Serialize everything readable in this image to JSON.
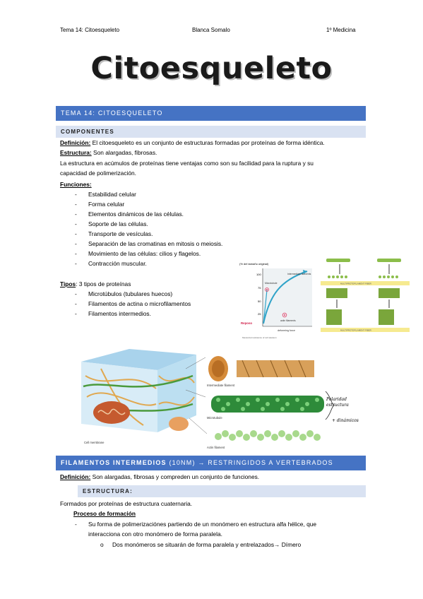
{
  "header": {
    "left": "Tema 14: Citoesqueleto",
    "center": "Blanca Somalo",
    "right": "1º Medicina"
  },
  "title": "Citoesqueleto",
  "section1": {
    "heading": "TEMA 14: CITOESQUELETO"
  },
  "componentes": {
    "heading": "COMPONENTES",
    "definicion_label": "Definición:",
    "definicion_text": " El citoesqueleto es un conjunto de estructuras formadas por proteínas de forma idéntica.",
    "estructura_label": "Estructura:",
    "estructura_text": " Son alargadas, fibrosas.",
    "paragraph_line1": "La estructura en acúmulos de proteínas tiene ventajas como son su facilidad para la ruptura y su",
    "paragraph_line2": "capacidad de polimerización.",
    "funciones_label": "Funciones:",
    "funciones": [
      "Estabilidad celular",
      "Forma celular",
      "Elementos dinámicos de las células.",
      "Soporte de las células.",
      "Transporte de vesículas.",
      "Separación de las cromatinas en mitosis o meiosis.",
      "Movimiento de las células: cilios y flagelos.",
      "Contracción muscular."
    ],
    "tipos_label": "Tipos",
    "tipos_text": ": 3 tipos de proteínas",
    "tipos": [
      "Microtúbulos (tubulares huecos)",
      "Filamentos de actina o microfilamentos",
      "Filamentos intermedios."
    ]
  },
  "graph_figure": {
    "y_label": "(% del tamaño original)",
    "y_ticks": [
      "100",
      "75",
      "50",
      "25"
    ],
    "reposo": "Reposo",
    "curve_labels": [
      "Intermediate filaments",
      "actin filaments",
      "Microtubule"
    ],
    "x_label": "deforming force",
    "caption": "Mecanical resistance of cell skeleton",
    "banner1": "MULTIPROTOFILAMENT FIBER",
    "banner2": "MULTIPROTOFILAMENT FIBER"
  },
  "cell_figure": {
    "labels": [
      "Intermediate filament",
      "Microtubule",
      "Actin filament",
      "Cell membrane"
    ],
    "handwritten_1": "Polaridad estructura",
    "handwritten_2": "+ dinámicos"
  },
  "section2": {
    "heading_bold": "FILAMENTOS INTERMEDIOS",
    "heading_rest": " (10NM) → RESTRINGIDOS A VERTEBRADOS"
  },
  "filamentos": {
    "definicion_label": "Definición:",
    "definicion_text": " Son alargadas, fibrosas y compreden un conjunto de funciones.",
    "estructura_heading": "ESTRUCTURA:",
    "formados": "Formados por proteínas de estructura cuaternaria.",
    "proceso_label": "Proceso de formación",
    "bullet1_line1": "Su forma de polimerizaciónes partiendo de un monómero en estructura alfa hélice, que",
    "bullet1_line2": "interacciona con otro monómero de forma paralela.",
    "sub_bullet": "Dos monómeros se situarán de forma paralela y entrelazados→ Dímero"
  },
  "colors": {
    "accent": "#4573c4",
    "accent_light": "#d9e2f2"
  }
}
